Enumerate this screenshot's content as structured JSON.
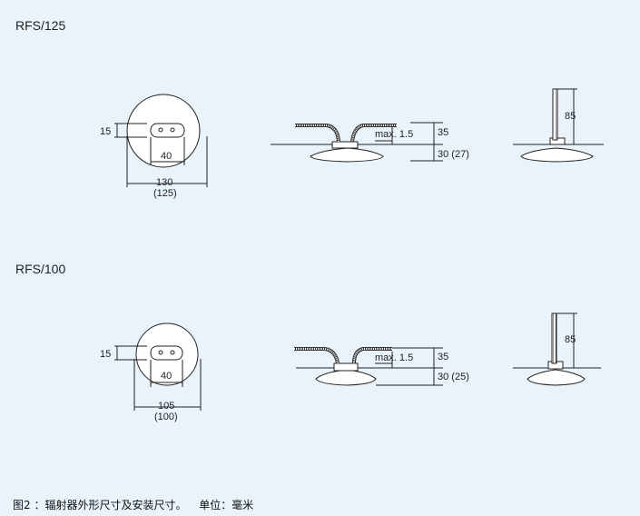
{
  "sections": [
    {
      "title": "RFS/125",
      "front": {
        "height": "15",
        "width": "40",
        "overall": "130",
        "overall_alt": "(125)"
      },
      "side": {
        "max_label": "max. 1.5",
        "top_dim": "35",
        "bottom_dim": "30 (27)"
      },
      "rear": {
        "height_dim": "85"
      }
    },
    {
      "title": "RFS/100",
      "front": {
        "height": "15",
        "width": "40",
        "overall": "105",
        "overall_alt": "(100)"
      },
      "side": {
        "max_label": "max. 1.5",
        "top_dim": "35",
        "bottom_dim": "30 (25)"
      },
      "rear": {
        "height_dim": "85"
      }
    }
  ],
  "caption": {
    "figure": "图2 ：辐射器外形尺寸及安装尺寸。",
    "unit": "单位：毫米"
  },
  "colors": {
    "background": "#e9f3fb",
    "line": "#222222",
    "part_fill": "#ffffff"
  }
}
